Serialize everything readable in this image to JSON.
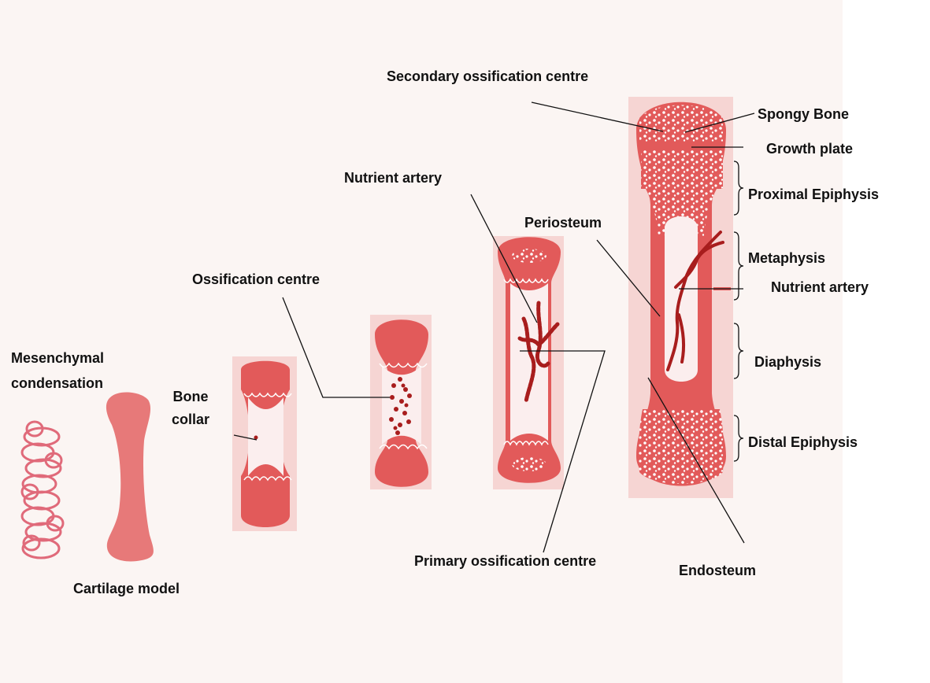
{
  "colors": {
    "background": "#fbf5f3",
    "bone_red": "#e25a5a",
    "bone_light": "#f6d5d3",
    "marrow": "#fbeeee",
    "artery": "#a81d1d",
    "ring": "#e06a7a",
    "text": "#111111"
  },
  "labels": {
    "mesenchymal": "Mesenchymal",
    "condensation": "condensation",
    "cartilage_model": "Cartilage model",
    "bone": "Bone",
    "collar": "collar",
    "ossification_centre": "Ossification centre",
    "nutrient_artery_top": "Nutrient artery",
    "periosteum": "Periosteum",
    "primary_ossification": "Primary ossification centre",
    "secondary_ossification": "Secondary ossification centre",
    "spongy_bone": "Spongy Bone",
    "growth_plate": "Growth plate",
    "proximal_epiphysis": "Proximal Epiphysis",
    "metaphysis": "Metaphysis",
    "nutrient_artery_right": "Nutrient artery",
    "diaphysis": "Diaphysis",
    "distal_epiphysis": "Distal Epiphysis",
    "endosteum": "Endosteum"
  }
}
